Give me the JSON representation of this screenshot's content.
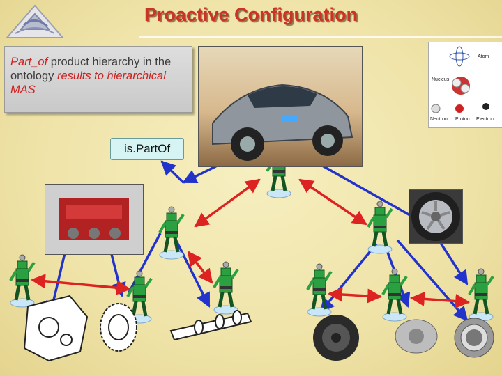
{
  "slide": {
    "title": "Proactive Configuration",
    "callout": {
      "part1": "Part_of",
      "part2": "product hierarchy in the ontology",
      "part3": "results to hierarchical MAS"
    },
    "bubble_label": "is.PartOf",
    "atom_diagram": {
      "labels": [
        "Atom",
        "Nucleus",
        "Neutron",
        "Proton",
        "Electron"
      ]
    }
  },
  "colors": {
    "title": "#cc3322",
    "callout_highlight": "#cc2222",
    "link_blue": "#2233cc",
    "link_red": "#dd2222",
    "agent_green": "#2aa040"
  }
}
